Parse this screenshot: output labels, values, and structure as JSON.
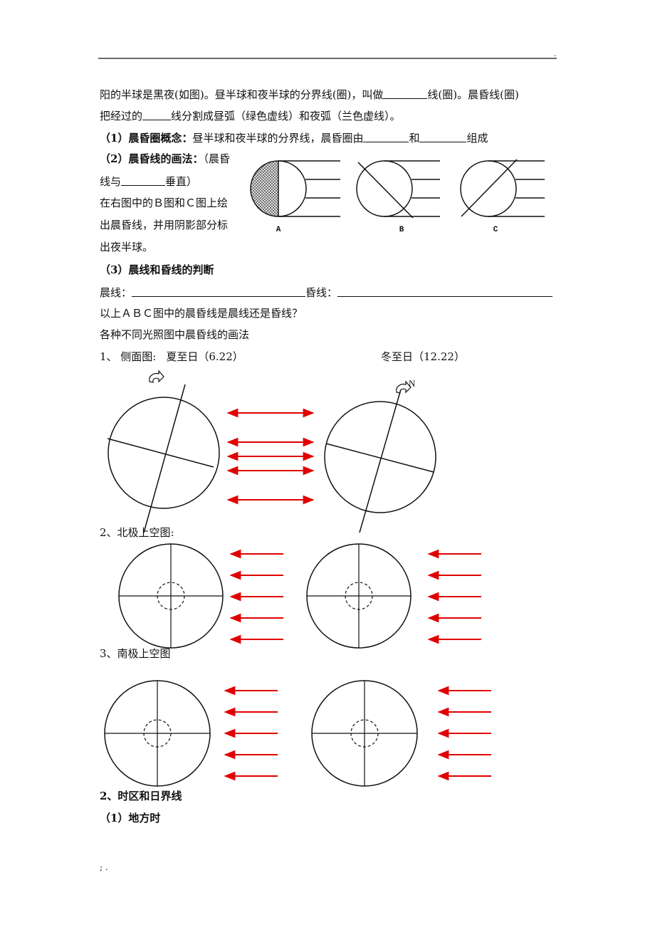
{
  "header": {
    "mark": "."
  },
  "intro": {
    "line1_a": "阳的半球是黑夜(如图)。昼半球和夜半球的分界线(圈)，叫做",
    "line1_b": "线(圈)。晨昏线(圈)",
    "line2_a": "把经过的",
    "line2_b": "线分割成昼弧（绿色虚线）和夜弧（兰色虚线）。"
  },
  "section1": {
    "heading": "（1）晨昏圈概念：",
    "text_a": "昼半球和夜半球的分界线，晨昏圈由",
    "text_b": "和",
    "text_c": "组成"
  },
  "section2": {
    "heading": "（2）晨昏线的画法：",
    "text1": "（晨昏",
    "text2_a": "线与",
    "text2_b": "垂直）",
    "text3": "在右图中的Ｂ图和Ｃ图上绘",
    "text4": "出晨昏线，并用阴影部分标",
    "text5": "出夜半球。",
    "figure_labels": [
      "A",
      "B",
      "C"
    ]
  },
  "section3": {
    "heading": "（3）晨线和昏线的判断",
    "morning_label": "晨线：",
    "evening_label": "昏线：",
    "question": "以上ＡＢＣ图中的晨昏线是晨线还是昏线？",
    "subtitle": "各种不同光照图中晨昏线的画法"
  },
  "views": {
    "side": {
      "label": "1、 侧面图:",
      "summer": "夏至日（6.22）",
      "winter": "冬至日（12.22）",
      "north_label": "N"
    },
    "north": {
      "label": "2、北极上空图:"
    },
    "south": {
      "label": "3、南极上空图"
    }
  },
  "section4": {
    "heading": "2、时区和日界线",
    "sub": "（1）地方时"
  },
  "footer": {
    "mark": "; ."
  },
  "colors": {
    "arrow": "#e00000",
    "line": "#111111",
    "shade": "#555555"
  }
}
